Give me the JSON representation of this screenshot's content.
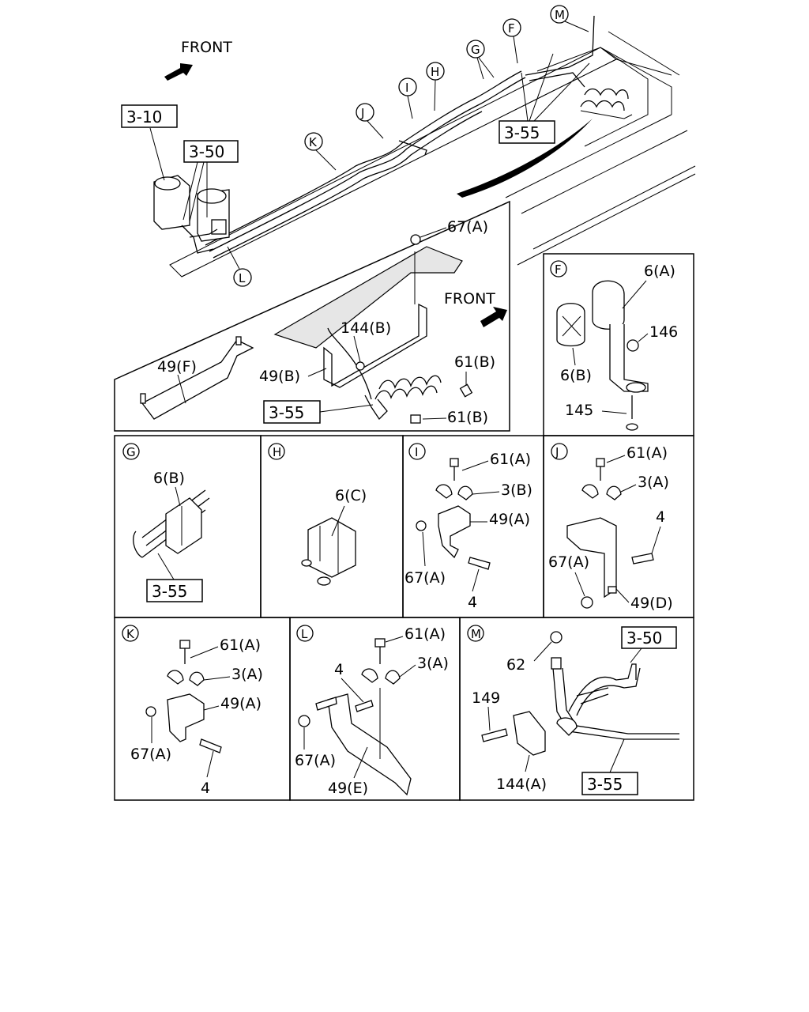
{
  "main": {
    "front_label": "FRONT",
    "ref_3_10": "3-10",
    "ref_3_50": "3-50",
    "ref_3_55": "3-55",
    "callouts": [
      "M",
      "F",
      "G",
      "H",
      "I",
      "J",
      "K",
      "L"
    ]
  },
  "detail_main": {
    "front_label": "FRONT",
    "parts": [
      "67(A)",
      "144(B)",
      "61(B)",
      "49(B)",
      "49(F)",
      "61(B)"
    ],
    "ref_3_55": "3-55"
  },
  "panel_F": {
    "callout": "F",
    "parts": [
      "6(A)",
      "146",
      "6(B)",
      "145"
    ]
  },
  "panel_G": {
    "callout": "G",
    "parts": [
      "6(B)"
    ],
    "ref": "3-55"
  },
  "panel_H": {
    "callout": "H",
    "parts": [
      "6(C)"
    ]
  },
  "panel_I": {
    "callout": "I",
    "parts": [
      "61(A)",
      "3(B)",
      "49(A)",
      "67(A)",
      "4"
    ]
  },
  "panel_J": {
    "callout": "J",
    "parts": [
      "61(A)",
      "3(A)",
      "4",
      "67(A)",
      "49(D)"
    ]
  },
  "panel_K": {
    "callout": "K",
    "parts": [
      "61(A)",
      "3(A)",
      "49(A)",
      "67(A)",
      "4"
    ]
  },
  "panel_L": {
    "callout": "L",
    "parts": [
      "61(A)",
      "4",
      "3(A)",
      "67(A)",
      "49(E)"
    ]
  },
  "panel_M": {
    "callout": "M",
    "parts": [
      "62",
      "149",
      "144(A)"
    ],
    "ref_3_50": "3-50",
    "ref_3_55": "3-55"
  }
}
